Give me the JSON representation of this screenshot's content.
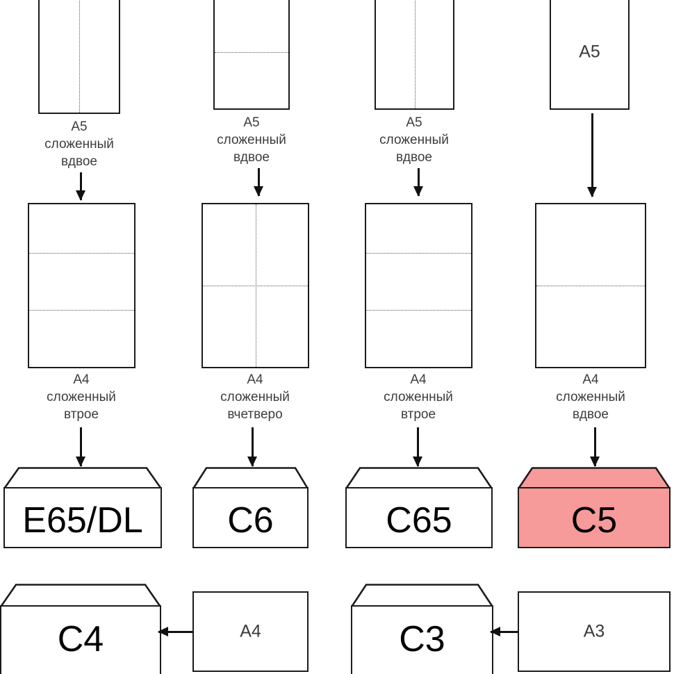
{
  "diagram": {
    "title": "Envelope and paper format folding chart",
    "colors": {
      "highlight": "#F79A9A",
      "stroke": "#1b1b1b",
      "fold_line": "#555555",
      "text": "#3d3d3d"
    },
    "columns": [
      {
        "id": "col-1",
        "top_sheet": {
          "fold": "vertical-half",
          "label": ""
        },
        "top_caption": "A5\nсложенный\nвдвое",
        "mid_sheet": {
          "fold": "horizontal-thirds",
          "label": ""
        },
        "mid_caption": "A4\nсложенный\nвтрое",
        "envelope": {
          "name": "E65/DL",
          "highlighted": false
        }
      },
      {
        "id": "col-2",
        "top_sheet": {
          "fold": "horizontal-half",
          "label": ""
        },
        "top_caption": "A5\nсложенный\nвдвое",
        "mid_sheet": {
          "fold": "cross-quarters",
          "label": ""
        },
        "mid_caption": "A4\nсложенный\nвчетверо",
        "envelope": {
          "name": "C6",
          "highlighted": false
        }
      },
      {
        "id": "col-3",
        "top_sheet": {
          "fold": "vertical-half",
          "label": ""
        },
        "top_caption": "A5\nсложенный\nвдвое",
        "mid_sheet": {
          "fold": "horizontal-thirds",
          "label": ""
        },
        "mid_caption": "A4\nсложенный\nвтрое",
        "envelope": {
          "name": "C65",
          "highlighted": false
        }
      },
      {
        "id": "col-4",
        "top_sheet": {
          "fold": "none",
          "label": "A5"
        },
        "top_caption": "",
        "mid_sheet": {
          "fold": "horizontal-half",
          "label": ""
        },
        "mid_caption": "A4\nсложенный\nвдвое",
        "envelope": {
          "name": "C5",
          "highlighted": true
        }
      }
    ],
    "bottom_row": [
      {
        "id": "pair-c4",
        "envelope": "C4",
        "sheet": "A4"
      },
      {
        "id": "pair-c3",
        "envelope": "C3",
        "sheet": "A3"
      }
    ]
  }
}
